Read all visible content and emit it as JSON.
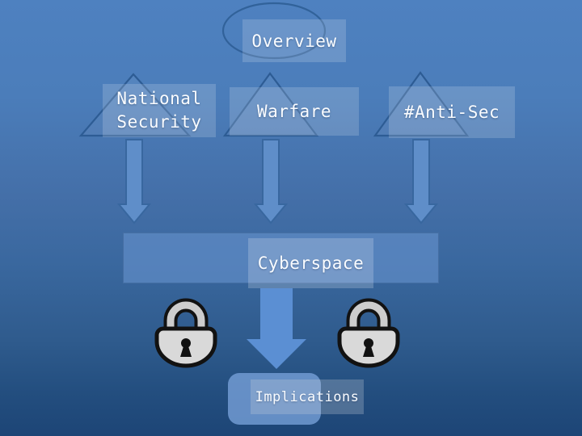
{
  "slide": {
    "kind": "presentation-diagram",
    "nodes": {
      "overview": {
        "label": "Overview",
        "shape": "ellipse-annotated-box"
      },
      "national_security": {
        "label": "National\nSecurity",
        "shape": "triangle-box"
      },
      "warfare": {
        "label": "Warfare",
        "shape": "triangle-box"
      },
      "anti_sec": {
        "label": "#Anti-Sec",
        "shape": "triangle-box"
      },
      "cyberspace": {
        "label": "Cyberspace",
        "shape": "wide-bar"
      },
      "implications": {
        "label": "Implications",
        "shape": "rounded-rectangle"
      }
    },
    "connectors": [
      {
        "from": "national_security",
        "to": "cyberspace",
        "type": "down-arrow"
      },
      {
        "from": "warfare",
        "to": "cyberspace",
        "type": "down-arrow"
      },
      {
        "from": "anti_sec",
        "to": "cyberspace",
        "type": "down-arrow"
      },
      {
        "from": "cyberspace",
        "to": "implications",
        "type": "big-down-arrow"
      }
    ],
    "icons": [
      {
        "name": "lock-icon",
        "position": "left-of-big-arrow"
      },
      {
        "name": "lock-icon",
        "position": "right-of-big-arrow"
      }
    ],
    "colors": {
      "background_top": "#4e81c0",
      "background_bottom": "#1d4576",
      "box_overlay": "rgba(255,255,255,0.17)",
      "outline_stroke": "#2d5c94",
      "small_arrow_fill": "#5f8ec9",
      "small_arrow_stroke": "#38679f",
      "big_arrow_fill": "#5b8fd3",
      "cyberspace_bar": "#4a7cba",
      "lock_body": "#d9d9d9",
      "lock_outline": "#121212",
      "text": "#fafcff"
    }
  }
}
